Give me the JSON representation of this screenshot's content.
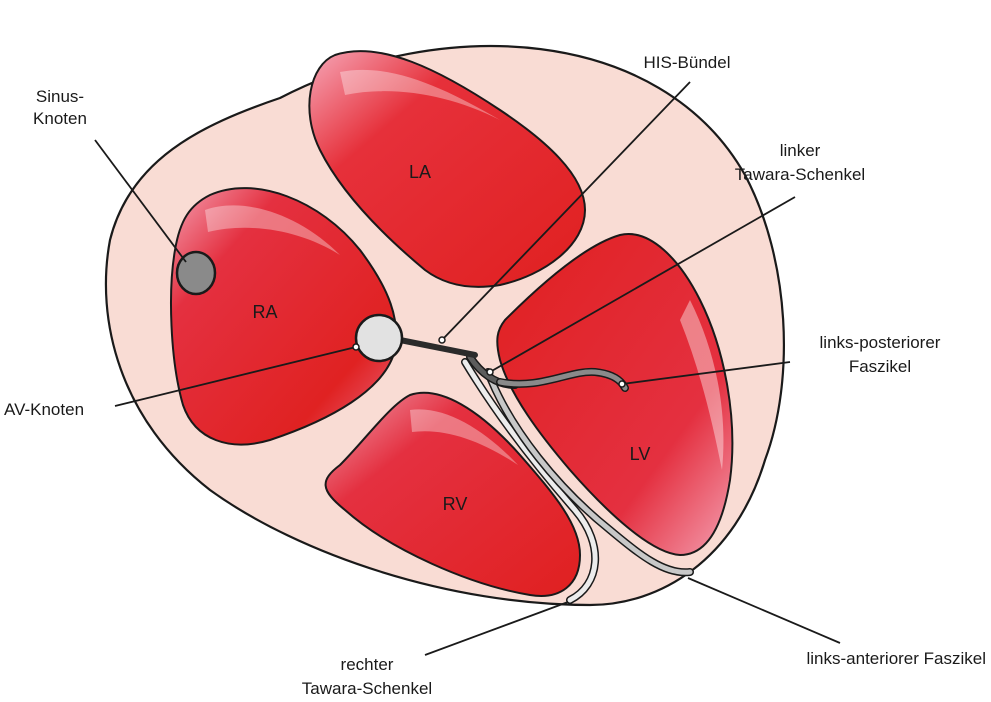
{
  "chambers": {
    "la": "LA",
    "ra": "RA",
    "rv": "RV",
    "lv": "LV"
  },
  "labels": {
    "sinus_line1": "Sinus-",
    "sinus_line2": "Knoten",
    "av_node": "AV-Knoten",
    "his": "HIS-Bündel",
    "left_bundle_line1": "linker",
    "left_bundle_line2": "Tawara-Schenkel",
    "posterior_line1": "links-posteriorer",
    "posterior_line2": "Faszikel",
    "anterior": "links-anteriorer Faszikel",
    "right_bundle_line1": "rechter",
    "right_bundle_line2": "Tawara-Schenkel"
  },
  "colors": {
    "heart_fill": "#f9dcd4",
    "chamber_red": "#e02a2a",
    "chamber_highlight": "#f29bb0",
    "outline": "#1a1a1a",
    "sinus_node": "#8a8a8a",
    "av_node": "#e2e2e2",
    "his_bundle": "#2b2b2b",
    "left_bundle": "#5c5c5c",
    "posterior_fascicle": "#8a8a8a",
    "anterior_fascicle": "#c8c8c8",
    "right_bundle": "#ececec"
  }
}
